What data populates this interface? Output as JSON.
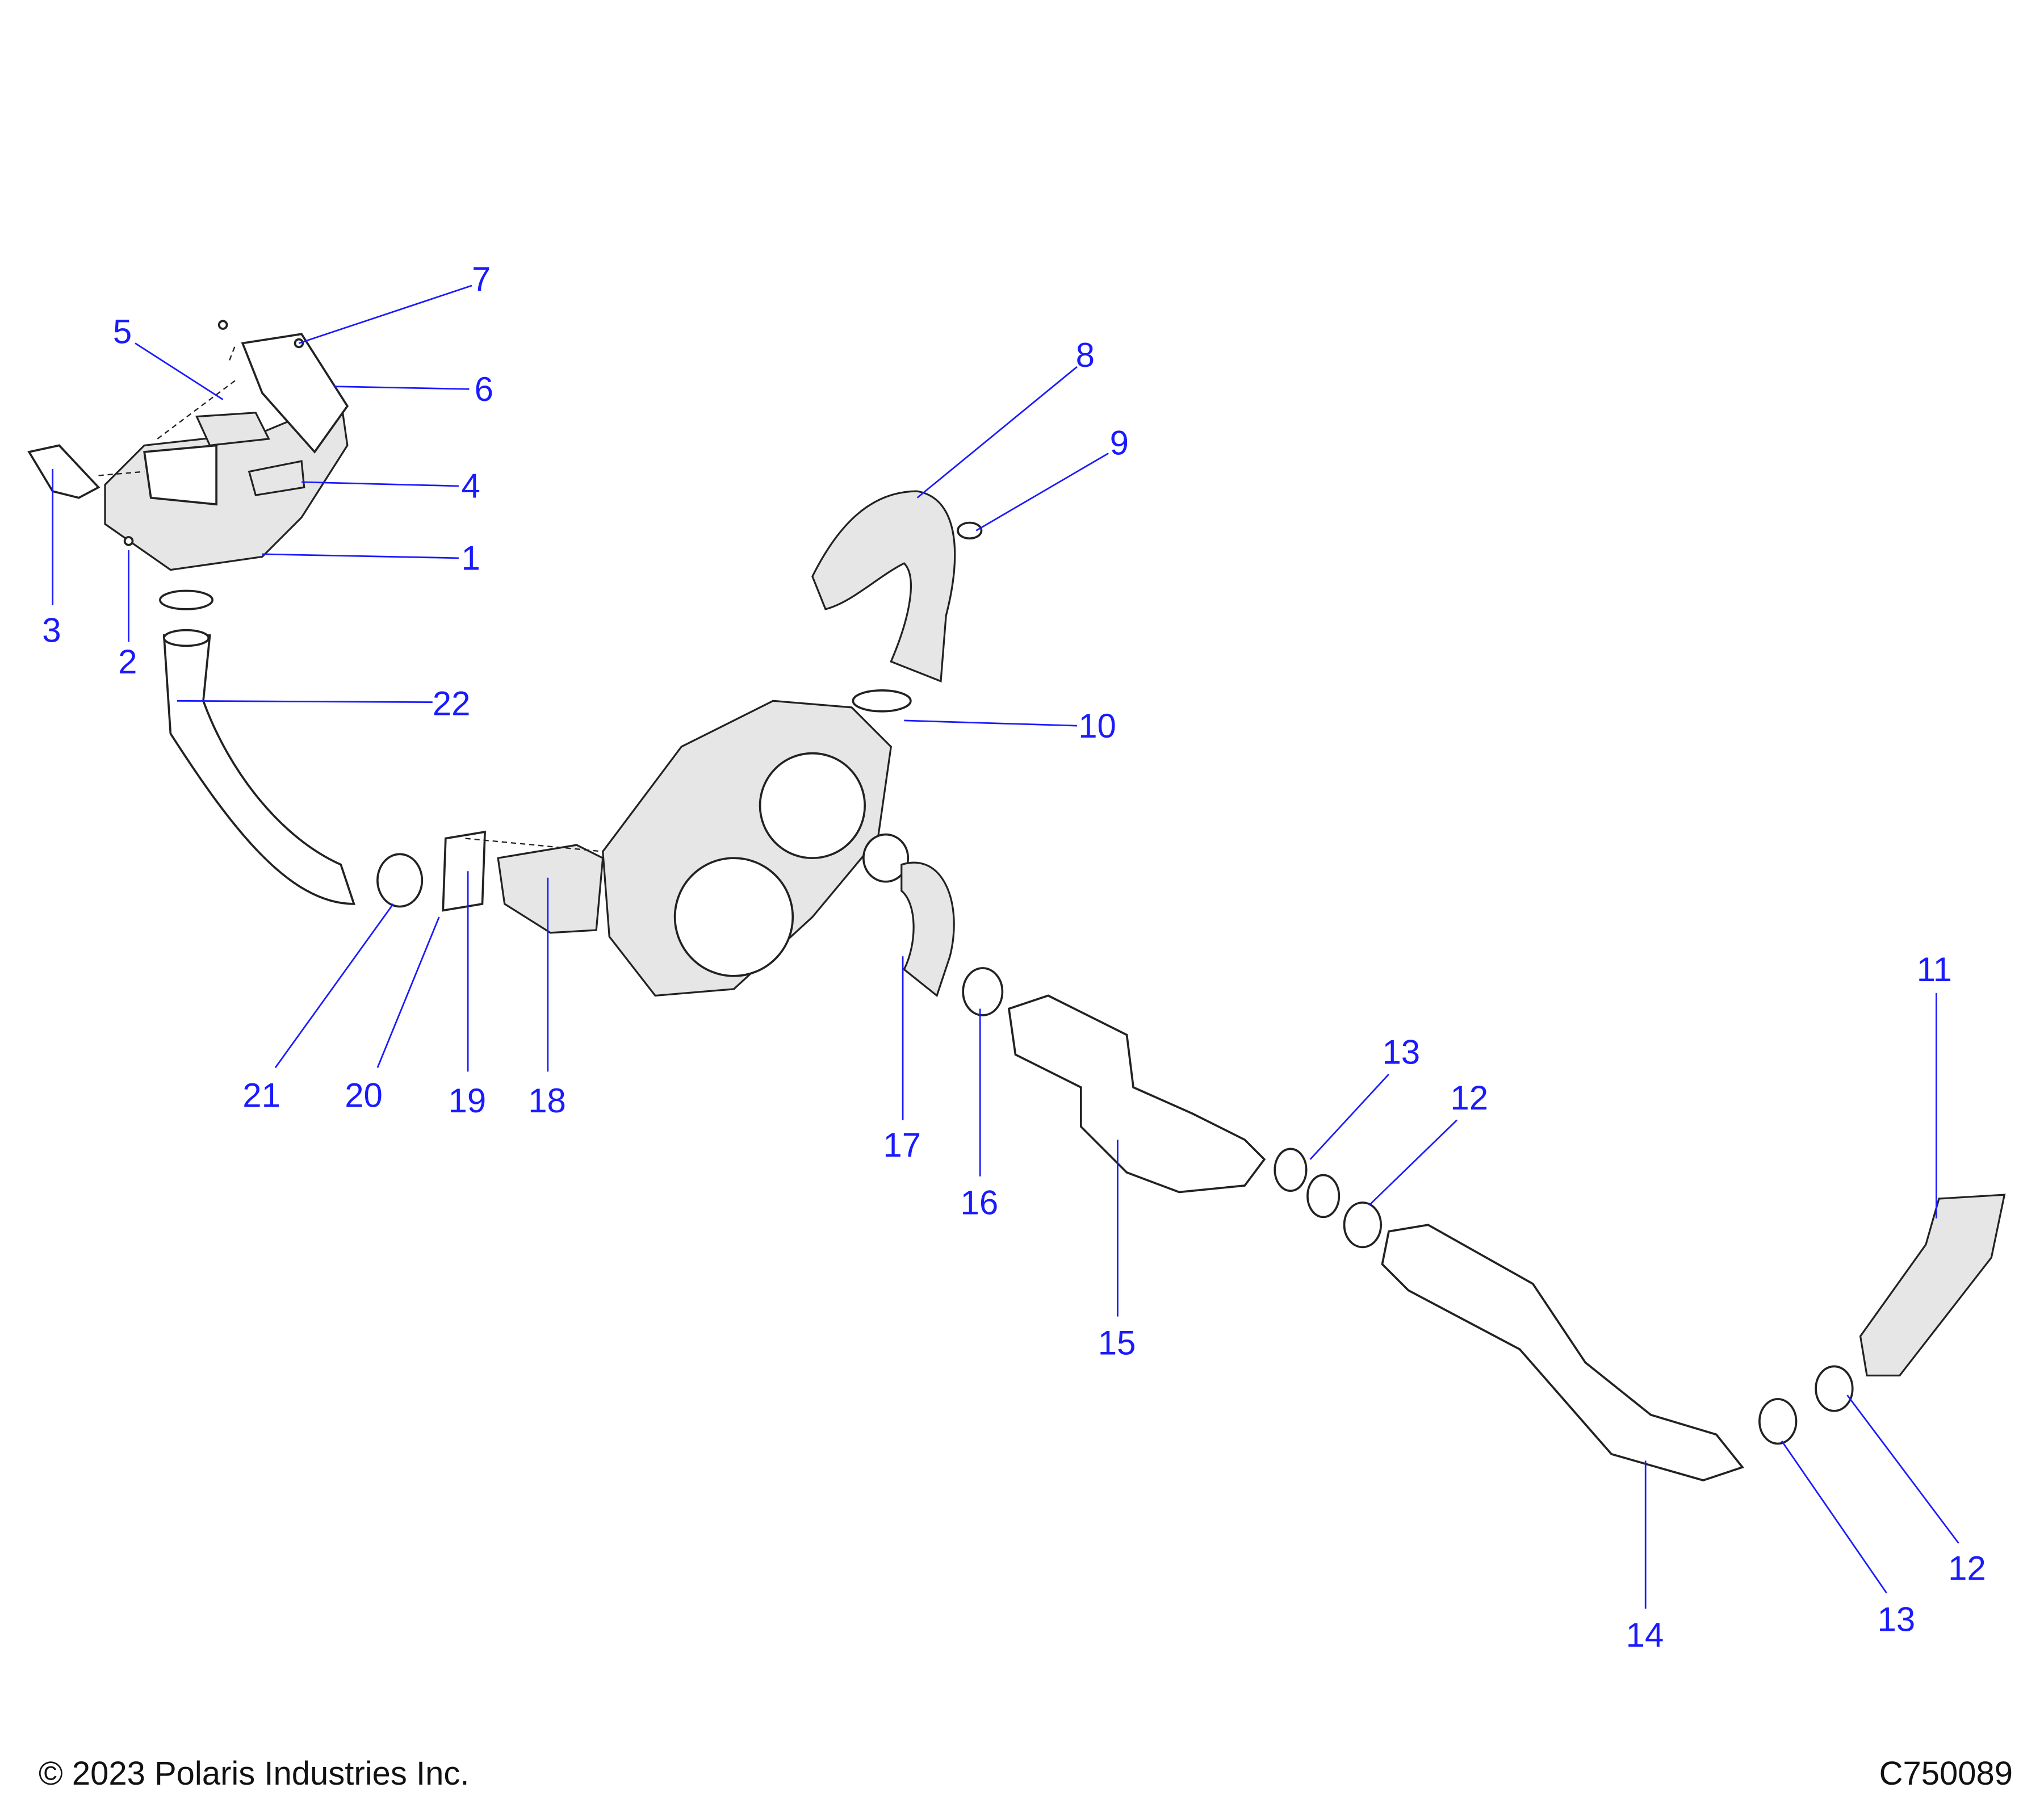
{
  "callouts": {
    "c1": "1",
    "c2": "2",
    "c3": "3",
    "c4": "4",
    "c5": "5",
    "c6": "6",
    "c7": "7",
    "c8": "8",
    "c9": "9",
    "c10": "10",
    "c11": "11",
    "c12a": "12",
    "c12b": "12",
    "c13a": "13",
    "c13b": "13",
    "c14": "14",
    "c15": "15",
    "c16": "16",
    "c17": "17",
    "c18": "18",
    "c19": "19",
    "c20": "20",
    "c21": "21",
    "c22": "22"
  },
  "colors": {
    "callout": "#1a1aff"
  },
  "footer": {
    "copyright": "© 2023 Polaris Industries Inc.",
    "diagram_id": "C750089"
  }
}
